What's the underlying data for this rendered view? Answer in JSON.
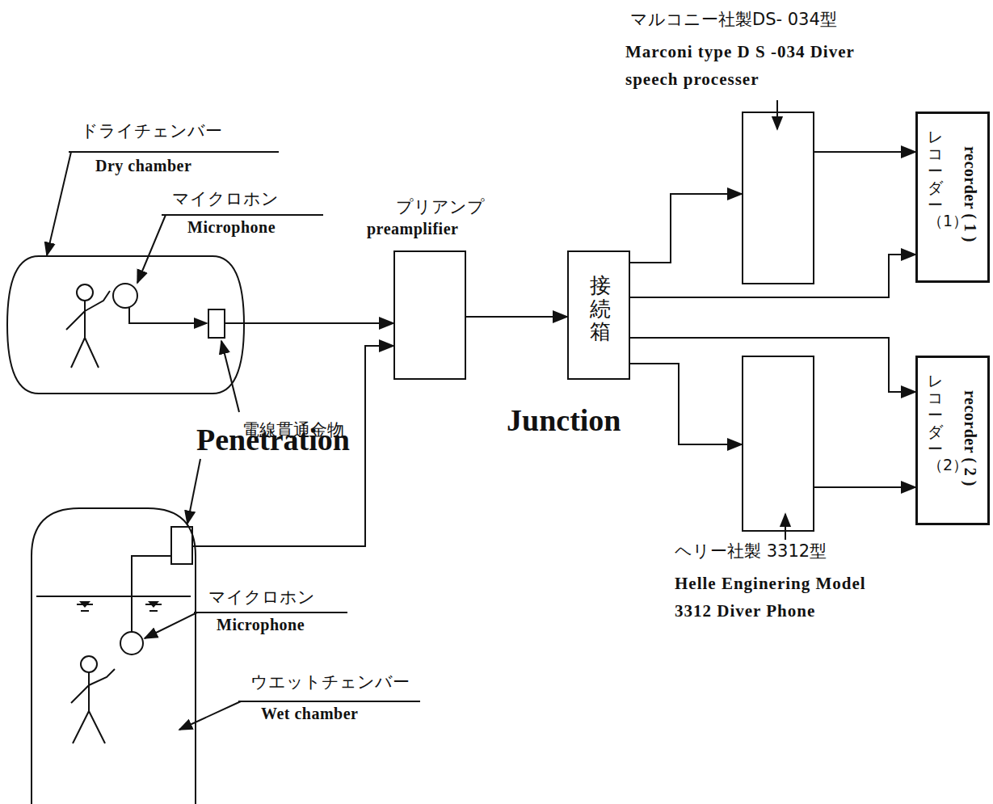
{
  "diagram": {
    "nodes": [
      {
        "text": [
          "ドライチェンバー",
          "Dry chamber"
        ]
      },
      {
        "text": [
          "ウエットチェンバー",
          "Wet chamber"
        ]
      },
      {
        "text": [
          "プリアンプ",
          "preamplifier"
        ]
      },
      {
        "text": [
          "接続箱",
          "Junction"
        ]
      },
      {
        "text": [
          "マルコニー社製DS- 034型",
          "Marconi type D S -034 Diver speech processer"
        ]
      },
      {
        "text": [
          "ヘリー社製 3312型",
          "Helle Enginering Model 3312 Diver Phone"
        ]
      },
      {
        "text": [
          "レコーダー（1）",
          "recorder ( 1 )"
        ]
      },
      {
        "text": [
          "レコーダー（2）",
          "recorder ( 2 )"
        ]
      }
    ],
    "edges": [
      {
        "from": 0,
        "to": 2,
        "arrow": "to"
      },
      {
        "from": 1,
        "to": 2,
        "arrow": "to"
      },
      {
        "from": 2,
        "to": 3,
        "arrow": "to"
      },
      {
        "from": 3,
        "to": 4,
        "arrow": "to"
      },
      {
        "from": 3,
        "to": 6,
        "arrow": "to"
      },
      {
        "from": 3,
        "to": 7,
        "arrow": "to"
      },
      {
        "from": 3,
        "to": 5,
        "arrow": "to"
      },
      {
        "from": 4,
        "to": 6,
        "arrow": "to"
      },
      {
        "from": 5,
        "to": 7,
        "arrow": "to"
      }
    ],
    "labels": [
      "マイクロホン",
      "Microphone",
      "電線貫通金物",
      "Penetration",
      "マイクロホン",
      "Microphone"
    ]
  }
}
